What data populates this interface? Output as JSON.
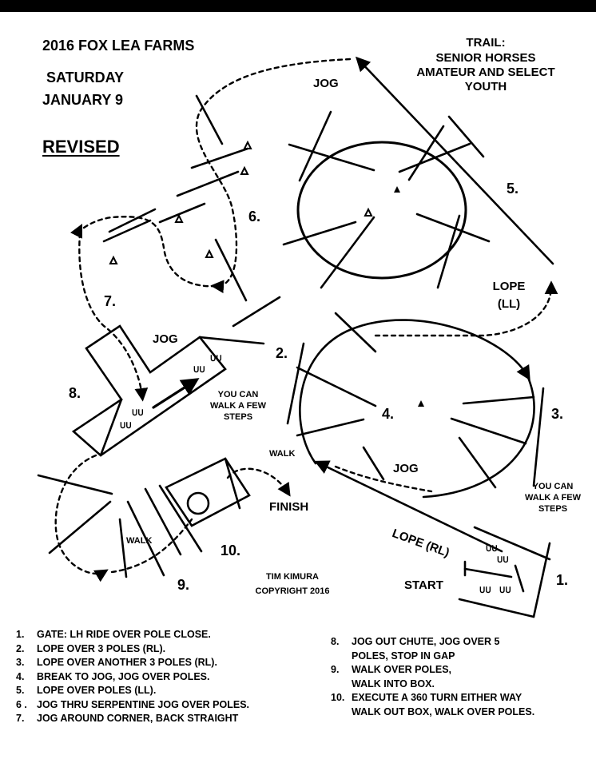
{
  "header": {
    "title": "2016  FOX LEA FARMS",
    "day": "SATURDAY",
    "date": "JANUARY 9",
    "revised": "REVISED",
    "trail_lines": [
      "TRAIL:",
      "SENIOR HORSES",
      "AMATEUR AND SELECT",
      "YOUTH"
    ]
  },
  "course_labels": {
    "jog_top": "JOG",
    "jog_chute": "JOG",
    "jog_bottom": "JOG",
    "walk_mid": "WALK",
    "walk_box": "WALK",
    "lope_ll": [
      "LOPE",
      "(LL)"
    ],
    "lope_rl": "LOPE (RL)",
    "you_can_walk_left": [
      "YOU CAN",
      "WALK A FEW",
      "STEPS"
    ],
    "you_can_walk_right": [
      "YOU CAN",
      "WALK A FEW",
      "STEPS"
    ],
    "finish": "FINISH",
    "start": "START",
    "credit": [
      "TIM KIMURA",
      "COPYRIGHT 2016"
    ]
  },
  "obstacle_numbers": [
    "1.",
    "2.",
    "3.",
    "4.",
    "5.",
    "6.",
    "7.",
    "8.",
    "9.",
    "10."
  ],
  "instructions_left": [
    {
      "n": "1.",
      "text": "GATE: LH RIDE OVER POLE CLOSE."
    },
    {
      "n": "2.",
      "text": "LOPE OVER 3 POLES (RL)."
    },
    {
      "n": "3.",
      "text": "LOPE OVER ANOTHER 3 POLES (RL)."
    },
    {
      "n": "4.",
      "text": "BREAK TO JOG, JOG OVER POLES."
    },
    {
      "n": "5.",
      "text": "LOPE OVER POLES (LL)."
    },
    {
      "n": "6 .",
      "text": "JOG THRU SERPENTINE JOG OVER POLES."
    },
    {
      "n": "7.",
      "text": "JOG AROUND CORNER, BACK STRAIGHT"
    }
  ],
  "instructions_right": [
    {
      "n": "8.",
      "text": "JOG OUT CHUTE, JOG OVER 5"
    },
    {
      "n": "",
      "text": "POLES, STOP IN GAP"
    },
    {
      "n": "9.",
      "text": "WALK OVER POLES,"
    },
    {
      "n": "",
      "text": "WALK INTO BOX."
    },
    {
      "n": "10.",
      "text": "EXECUTE A 360 TURN EITHER WAY"
    },
    {
      "n": "",
      "text": "WALK OUT BOX, WALK OVER POLES."
    }
  ]
}
